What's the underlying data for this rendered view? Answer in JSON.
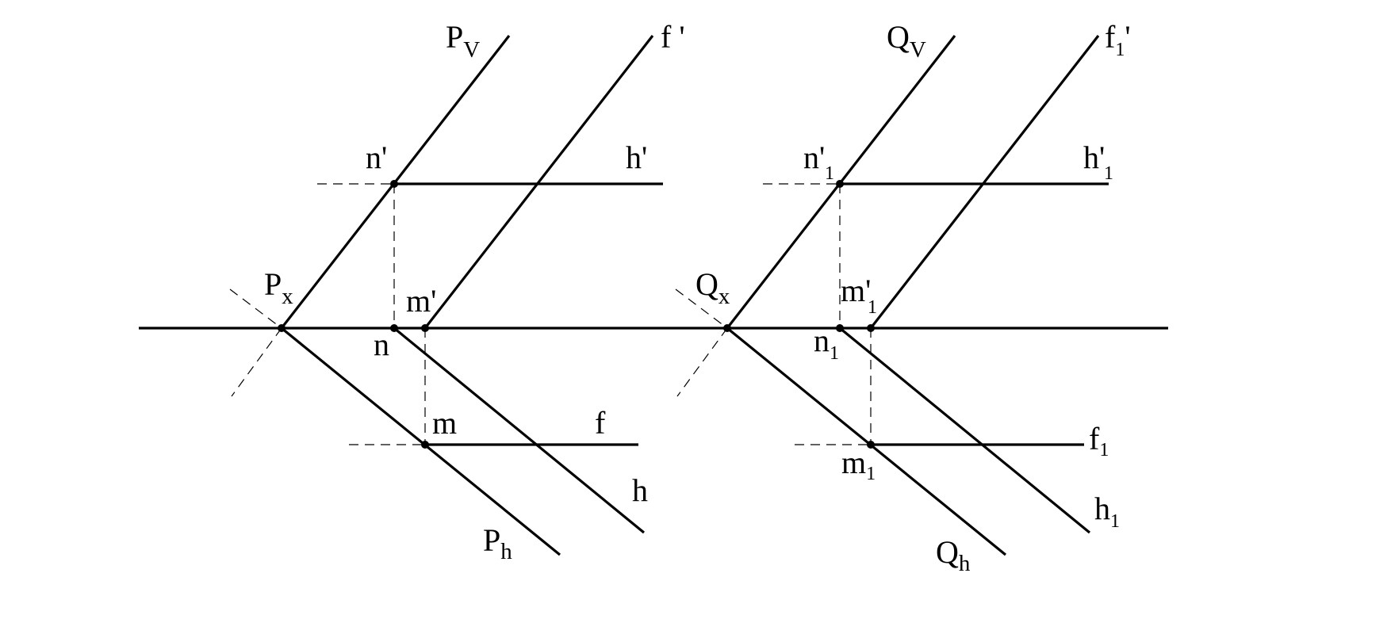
{
  "figure": {
    "left": {
      "plane": "P",
      "labels": {
        "pv_main": "P",
        "pv_sub": "V",
        "f_prime": "f '",
        "n_prime": "n'",
        "h_prime": "h'",
        "px_main": "P",
        "px_sub": "x",
        "m_prime": "m'",
        "n": "n",
        "m": "m",
        "f": "f",
        "h": "h",
        "ph_main": "P",
        "ph_sub": "h"
      }
    },
    "right": {
      "plane": "Q",
      "labels": {
        "qv_main": "Q",
        "qv_sub": "V",
        "f1p_main": "f",
        "f1p_sub": "1",
        "f1p_prime": "'",
        "n1p_main": "n",
        "n1p_prime": "'",
        "n1p_sub": "1",
        "h1p_main": "h",
        "h1p_prime": "'",
        "h1p_sub": "1",
        "qx_main": "Q",
        "qx_sub": "x",
        "m1p_main": "m",
        "m1p_prime": "'",
        "m1p_sub": "1",
        "n1_main": "n",
        "n1_sub": "1",
        "f1_main": "f",
        "f1_sub": "1",
        "m1_main": "m",
        "m1_sub": "1",
        "h1_main": "h",
        "h1_sub": "1",
        "qh_main": "Q",
        "qh_sub": "h"
      }
    }
  }
}
